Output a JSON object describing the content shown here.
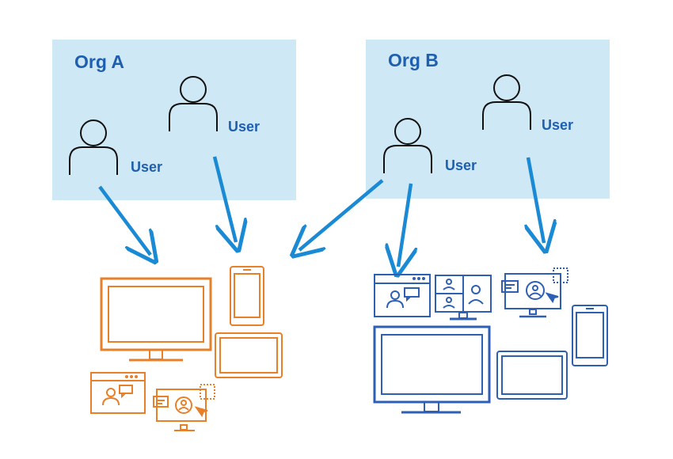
{
  "org_a": {
    "title": "Org A",
    "fill": "#cfe8f5"
  },
  "org_b": {
    "title": "Org B",
    "fill": "#cfe8f5"
  },
  "users": [
    {
      "label": "User",
      "org": "Org A"
    },
    {
      "label": "User",
      "org": "Org A"
    },
    {
      "label": "User",
      "org": "Org B"
    },
    {
      "label": "User",
      "org": "Org B"
    }
  ],
  "colors": {
    "arrow": "#1a8ad4",
    "user_icon": "#111111",
    "label_text": "#1f5fb0",
    "org_a_devices": "#e8802a",
    "org_b_devices": "#2d5fb5"
  },
  "device_groups": [
    {
      "name": "org-a-devices",
      "devices": [
        "desktop-monitor-icon",
        "phone-icon",
        "tablet-icon",
        "video-chat-window-icon",
        "screen-share-monitor-icon"
      ]
    },
    {
      "name": "org-b-devices",
      "devices": [
        "video-chat-window-icon",
        "video-grid-monitor-icon",
        "screen-share-monitor-icon",
        "desktop-monitor-icon",
        "tablet-icon",
        "phone-icon"
      ]
    }
  ]
}
